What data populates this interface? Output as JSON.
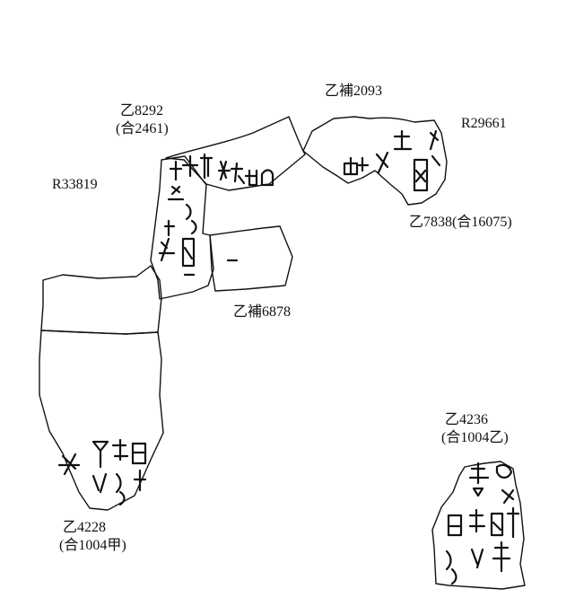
{
  "labels": {
    "yi_bu_2093": "乙補2093",
    "r29661": "R29661",
    "yi_8292": "乙8292",
    "he_2461": "(合2461)",
    "r33819": "R33819",
    "yi_7838": "乙7838(合16075)",
    "yi_bu_6878": "乙補6878",
    "yi_4236": "乙4236",
    "he_1004_yi": "(合1004乙)",
    "yi_4228": "乙4228",
    "he_1004_jia": "(合1004甲)"
  }
}
